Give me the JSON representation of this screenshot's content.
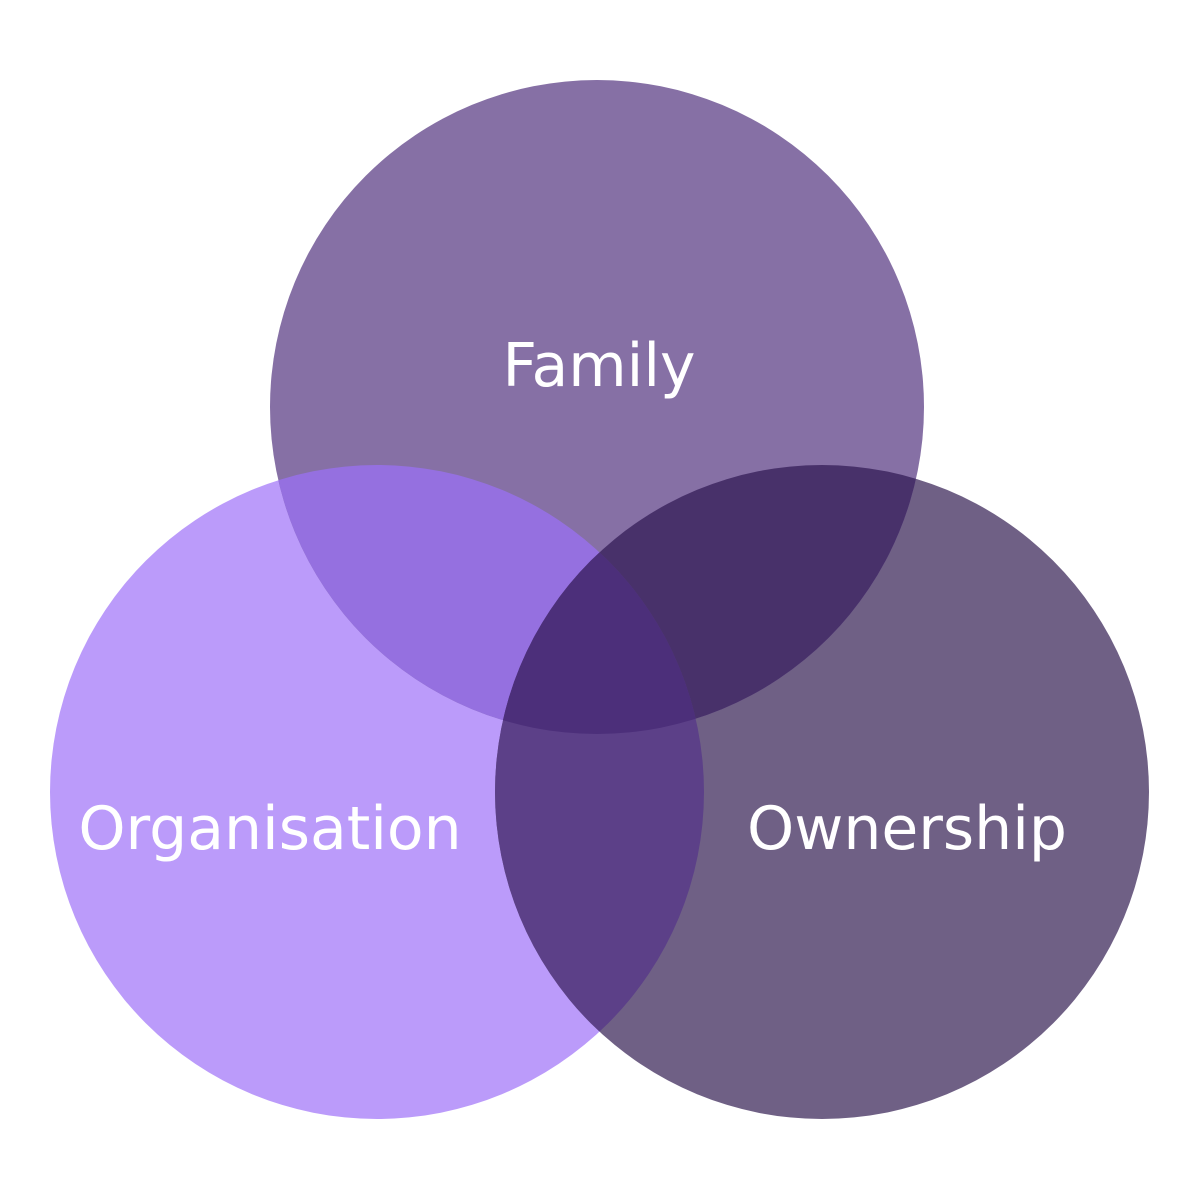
{
  "diagram": {
    "type": "venn",
    "sets": [
      {
        "key": "family",
        "label": "Family",
        "color": "#8670A5"
      },
      {
        "key": "organisation",
        "label": "Organisation",
        "color": "#BB9BFA"
      },
      {
        "key": "ownership",
        "label": "Ownership",
        "color": "#6F6085"
      }
    ],
    "overlap_colors": {
      "family_organisation": "#9570E0",
      "family_ownership": "#48316A",
      "organisation_ownership": "#5C4088",
      "all_three": "#4C2F7A"
    },
    "background": "#ffffff"
  }
}
